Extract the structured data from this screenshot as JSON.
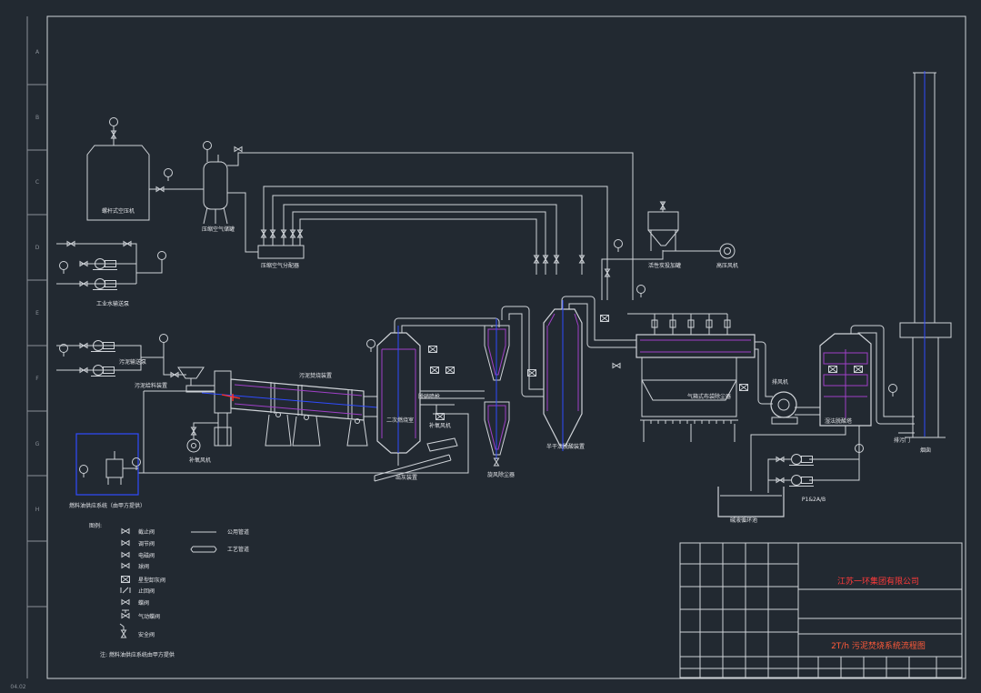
{
  "sheet": {
    "code": "04.02",
    "rows": [
      "A",
      "B",
      "C",
      "D",
      "E",
      "F",
      "G",
      "H"
    ]
  },
  "title_block": {
    "company": "江苏一环集团有限公司",
    "title": "2T/h 污泥焚烧系统流程图"
  },
  "labels": {
    "air_compressor": "螺杆式空压机",
    "air_tank": "压缩空气储罐",
    "air_distributor": "压缩空气分配器",
    "water_pump": "工业水输送泵",
    "sludge_pump": "污泥输送泵",
    "feeder": "污泥给料装置",
    "kiln": "污泥焚烧装置",
    "blower": "补氧风机",
    "secondary_chamber": "二次燃烧室",
    "denox_gun": "脱硝喷枪",
    "ash_discharge": "出灰装置",
    "blower2": "补氧风机",
    "cyclone": "旋风除尘器",
    "deacid_tower": "半干法脱酸装置",
    "carbon_tank": "活性炭投加罐",
    "hp_fan": "高压风机",
    "baghouse": "气箱式布袋除尘器",
    "exhaust_fan": "排风机",
    "scrubber": "湿法脱酸塔",
    "drain_gate": "排污门",
    "chimney": "烟囱",
    "alkali_pool": "碱液循环池",
    "pumps": "P1&2A/B",
    "fuel_system": "燃料油供应系统（由甲方提供）"
  },
  "legend": {
    "heading": "图例:",
    "items": [
      "截止阀",
      "调节阀",
      "电磁阀",
      "球阀",
      "星型卸灰阀",
      "止回阀",
      "蝶阀",
      "气动蝶阀",
      "安全阀"
    ],
    "lines": [
      "公用管道",
      "工艺管道"
    ]
  },
  "note": "注: 燃料油供应系统由甲方提供",
  "colors": {
    "background": "#222931",
    "line": "#cfd3d8",
    "accent_purple": "#a040c8",
    "center_line_blue": "#2f4bff",
    "title_red": "#ff3a3a"
  }
}
